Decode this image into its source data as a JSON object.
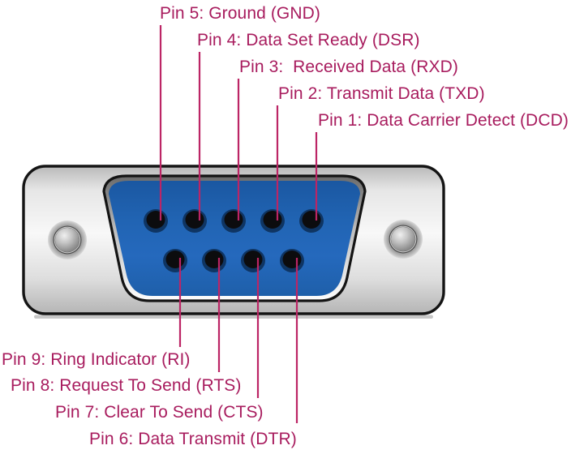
{
  "diagram": {
    "kind": "DB9 serial connector pinout",
    "top_labels": [
      {
        "pin": "5",
        "text": "Pin 5: Ground (GND)"
      },
      {
        "pin": "4",
        "text": "Pin 4: Data Set Ready (DSR)"
      },
      {
        "pin": "3",
        "text": "Pin 3:  Received Data (RXD)"
      },
      {
        "pin": "2",
        "text": "Pin 2: Transmit Data (TXD)"
      },
      {
        "pin": "1",
        "text": "Pin 1: Data Carrier Detect (DCD)"
      }
    ],
    "bottom_labels": [
      {
        "pin": "9",
        "text": "Pin 9: Ring Indicator (RI)"
      },
      {
        "pin": "8",
        "text": "Pin 8: Request To Send (RTS)"
      },
      {
        "pin": "7",
        "text": "Pin 7: Clear To Send (CTS)"
      },
      {
        "pin": "6",
        "text": "Pin 6: Data Transmit (DTR)"
      }
    ]
  },
  "colors": {
    "label_text": "#a81c5e",
    "leader_line": "#bc2565",
    "connector_face_blue": "#2164b3",
    "shell_gray": "#e9e9e9",
    "outline_black": "#141414",
    "background": "#ffffff"
  }
}
